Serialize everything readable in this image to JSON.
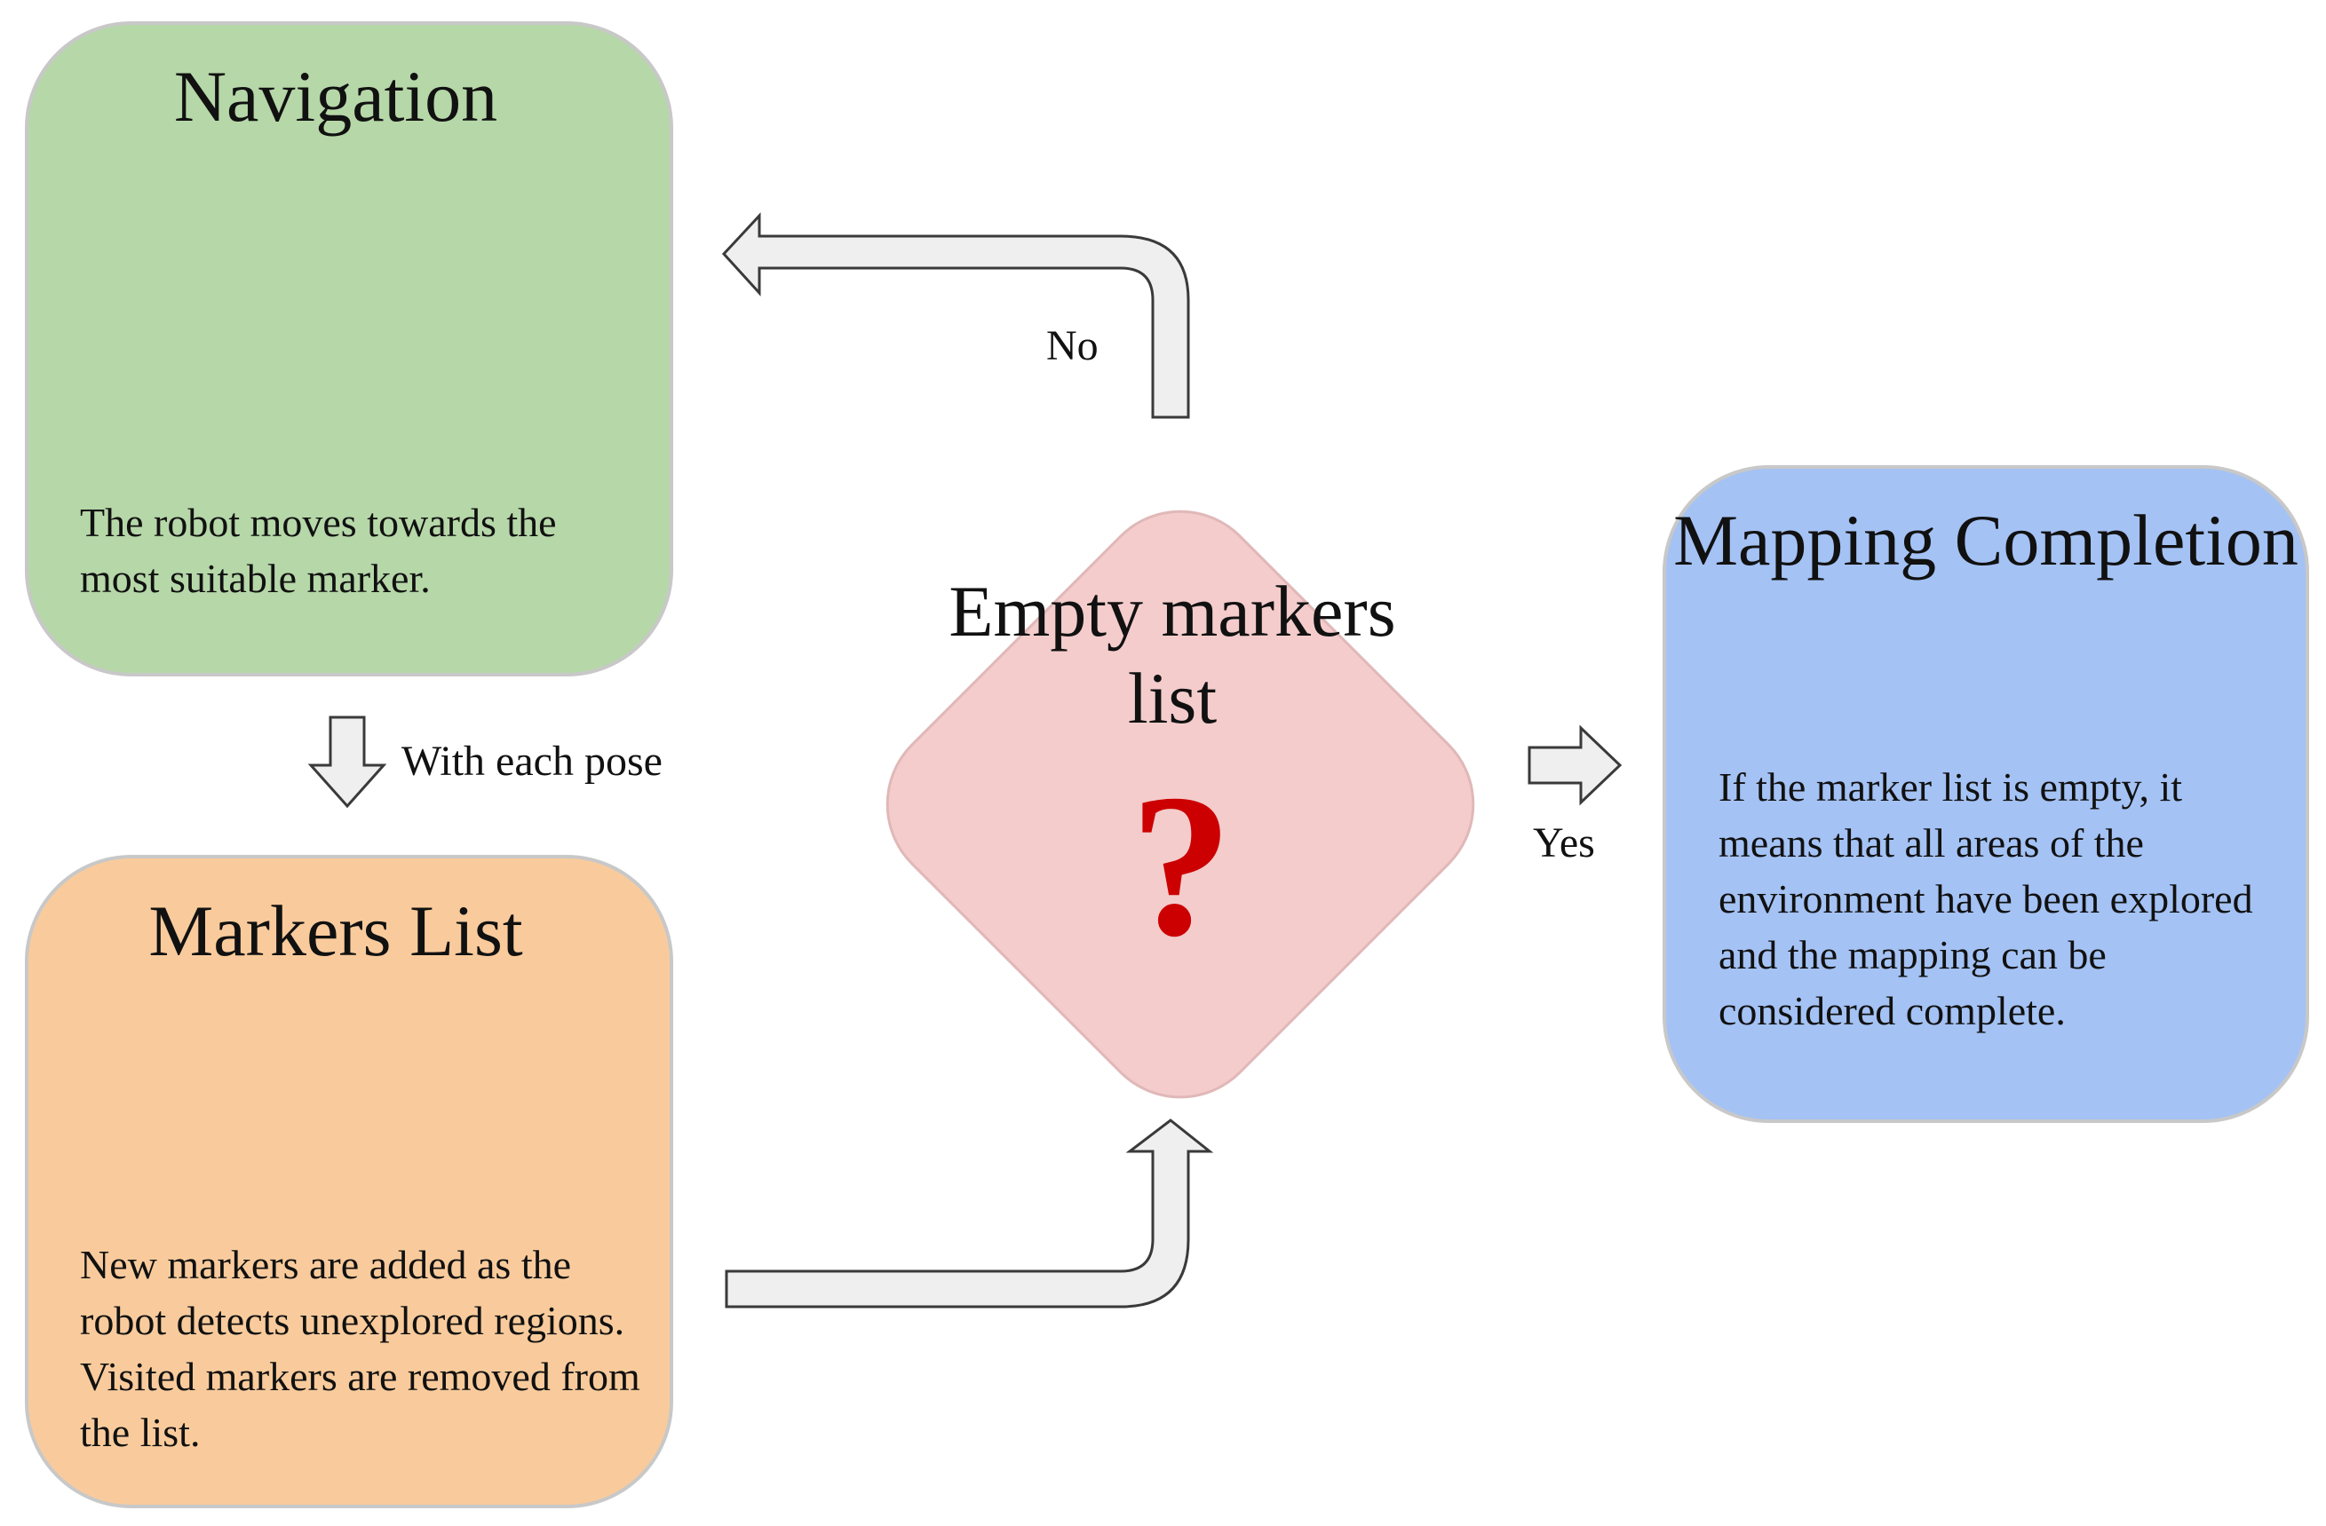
{
  "navigation": {
    "title": "Navigation",
    "description": "The robot moves towards the most suitable marker."
  },
  "markers_list": {
    "title": "Markers List",
    "description": "New markers are added as the robot detects unexplored regions. Visited markers are removed from the list."
  },
  "decision": {
    "title": "Empty markers list",
    "symbol": "?"
  },
  "mapping_completion": {
    "title": "Mapping Completion",
    "description": "If the marker list is empty, it means that all areas of the environment have been explored and the mapping can be considered complete."
  },
  "edges": {
    "no_label": "No",
    "yes_label": "Yes",
    "pose_label": "With each pose"
  },
  "colors": {
    "navigation": "#b6d7a8",
    "markers_list": "#f9cb9c",
    "decision": "#f4cccc",
    "mapping_completion": "#a4c2f4",
    "question_mark": "#cc0000"
  }
}
